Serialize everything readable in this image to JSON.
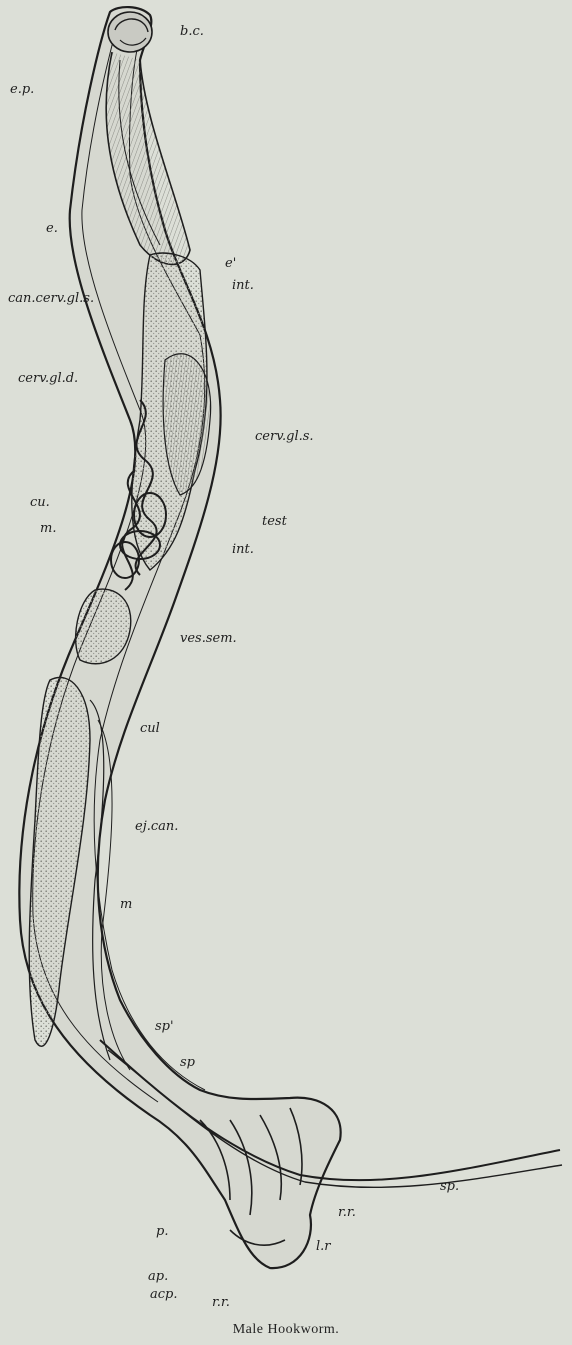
{
  "caption": "Male Hookworm.",
  "labels": {
    "bc": "b.c.",
    "ep": "e.p.",
    "e": "e.",
    "e_prime": "e'",
    "int_upper": "int.",
    "can_cerv_gl_s": "can.cerv.gl.s.",
    "cerv_gl_d": "cerv.gl.d.",
    "cerv_gl_s": "cerv.gl.s.",
    "cu": "cu.",
    "test": "test",
    "m_upper": "m.",
    "int_lower": "int.",
    "ves_sem": "ves.sem.",
    "cul": "cul",
    "ej_can": "ej.can.",
    "m_lower": "m",
    "sp_prime": "sp'",
    "sp_upper": "sp",
    "sp_tail": "sp.",
    "rr_right": "r.r.",
    "lr": "l.r",
    "p": "p.",
    "ap": "ap.",
    "acp": "acp.",
    "rr_bottom": "r.r."
  },
  "colors": {
    "paper": "#dcdfd7",
    "ink": "#1e1e1e",
    "tissue": "#b8b9b2",
    "stipple": "#8a8b84"
  }
}
